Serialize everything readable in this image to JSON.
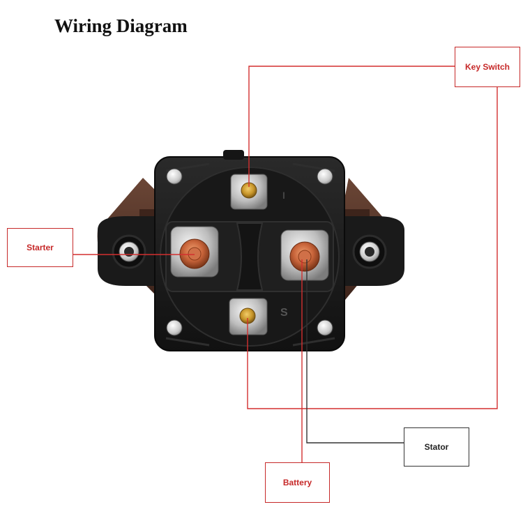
{
  "title": "Wiring Diagram",
  "labels": {
    "key_switch": "Key Switch",
    "starter": "Starter",
    "stator": "Stator",
    "battery": "Battery"
  },
  "terminal_marks": {
    "top": "I",
    "bottom": "S"
  },
  "colors": {
    "wire_red": "#d32f2f",
    "wire_dark": "#333333",
    "label_red": "#c62828",
    "housing": "#1c1c1c",
    "bracket": "#5a3a2e",
    "copper": "#c8643a",
    "brass": "#c8962a"
  }
}
